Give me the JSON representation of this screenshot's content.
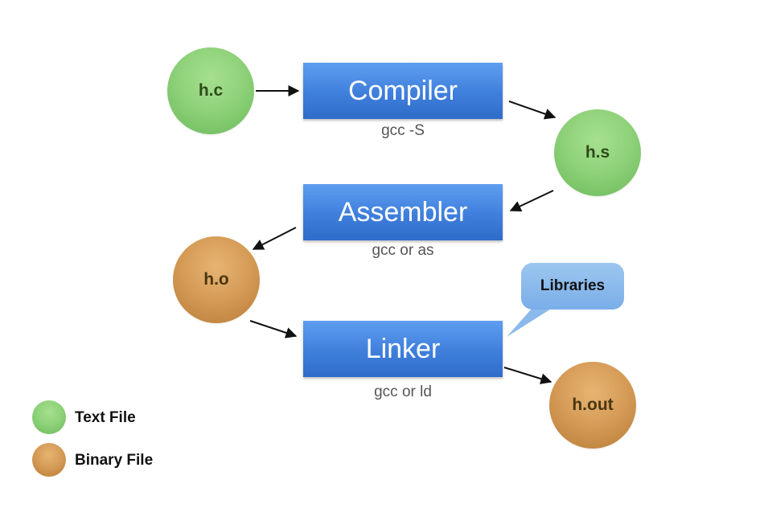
{
  "nodes": {
    "hc": "h.c",
    "hs": "h.s",
    "ho": "h.o",
    "hout": "h.out"
  },
  "stages": {
    "compiler": {
      "label": "Compiler",
      "command": "gcc -S"
    },
    "assembler": {
      "label": "Assembler",
      "command": "gcc or as"
    },
    "linker": {
      "label": "Linker",
      "command": "gcc or ld"
    }
  },
  "callout": "Libraries",
  "legend": {
    "text_file": "Text File",
    "binary_file": "Binary File"
  },
  "colors": {
    "text_file": "#8fd27a",
    "binary_file": "#d49a55",
    "stage": "#3f7fdc",
    "callout": "#7aaee8"
  }
}
